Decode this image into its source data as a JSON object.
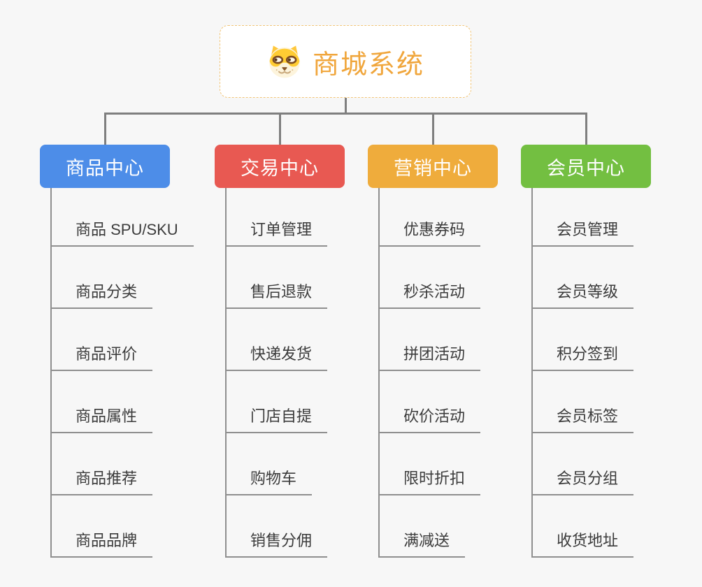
{
  "root": {
    "title": "商城系统",
    "icon": "shiba-dog-icon"
  },
  "branches": [
    {
      "label": "商品中心",
      "color": "#4D8DE8",
      "items": [
        "商品 SPU/SKU",
        "商品分类",
        "商品评价",
        "商品属性",
        "商品推荐",
        "商品品牌"
      ]
    },
    {
      "label": "交易中心",
      "color": "#E85952",
      "items": [
        "订单管理",
        "售后退款",
        "快递发货",
        "门店自提",
        "购物车",
        "销售分佣"
      ]
    },
    {
      "label": "营销中心",
      "color": "#EFAC3C",
      "items": [
        "优惠券码",
        "秒杀活动",
        "拼团活动",
        "砍价活动",
        "限时折扣",
        "满减送"
      ]
    },
    {
      "label": "会员中心",
      "color": "#73BF41",
      "items": [
        "会员管理",
        "会员等级",
        "积分签到",
        "会员标签",
        "会员分组",
        "收货地址"
      ]
    }
  ],
  "colors": {
    "background": "#F7F7F7",
    "connector": "#7F7F7F",
    "line": "#8F8F8F",
    "leaf_text": "#3B3B3B",
    "root_border": "#F2C577",
    "root_text": "#F0A63C"
  }
}
